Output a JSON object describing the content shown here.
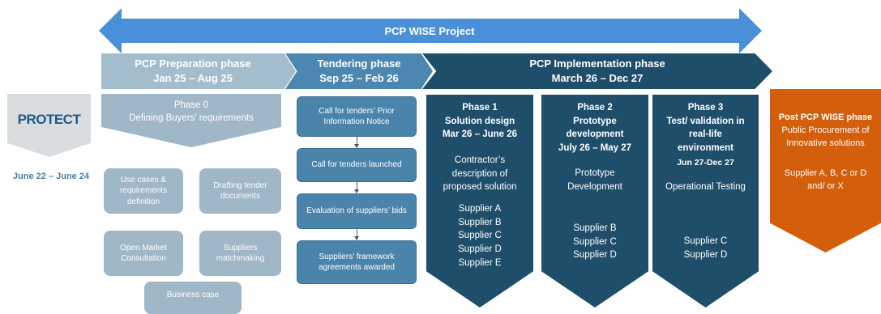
{
  "project_title": "PCP WISE Project",
  "colors": {
    "top_arrow": "#4a90d9",
    "prep": "#a4bdcc",
    "tender": "#4b87b0",
    "impl": "#1f4e6b",
    "post": "#d35f0c",
    "light_box": "#9fb7c7",
    "date_text": "#4a7ca0"
  },
  "logo": {
    "text": "PROTECT"
  },
  "side_date": "June 22 – June 24",
  "phases": {
    "prep": {
      "title": "PCP Preparation phase",
      "dates": "Jan 25 – Aug 25"
    },
    "tender": {
      "title": "Tendering phase",
      "dates": "Sep 25 – Feb 26"
    },
    "impl": {
      "title": "PCP Implementation phase",
      "dates": "March 26 –  Dec 27"
    }
  },
  "phase0": {
    "title": "Phase 0",
    "subtitle": "Defining Buyers’ requirements"
  },
  "prep_boxes": {
    "use_cases": "Use cases & requirements definition",
    "drafting": "Drafting tender documents",
    "open_market": "Open Market Consultation",
    "matchmaking": "Suppliers matchmaking",
    "business_case": "Business case"
  },
  "tender_steps": [
    "Call for tenders’ Prior Information Notice",
    "Call for tenders launched",
    "Evaluation of suppliers’ bids",
    "Suppliers’ framework agreements awarded"
  ],
  "impl_phases": [
    {
      "name": "Phase 1",
      "title": "Solution design",
      "dates": "Mar 26 – June 26",
      "desc": "Contractor’s description of proposed solution",
      "suppliers": [
        "Supplier A",
        "Supplier B",
        "Supplier C",
        "Supplier D",
        "Supplier E"
      ]
    },
    {
      "name": "Phase 2",
      "title": "Prototype development",
      "dates": "July 26 – May 27",
      "desc": "Prototype Development",
      "suppliers": [
        "Supplier B",
        "Supplier C",
        "Supplier D"
      ]
    },
    {
      "name": "Phase 3",
      "title": "Test/ validation in real-life environment",
      "dates": "Jun 27-Dec 27",
      "desc": "Operational Testing",
      "suppliers": [
        "Supplier C",
        "Supplier D"
      ]
    }
  ],
  "post": {
    "title": "Post PCP WISE phase",
    "subtitle": "Public Procurement of Innovative solutions",
    "suppliers": "Supplier A, B, C or D and/ or X"
  }
}
